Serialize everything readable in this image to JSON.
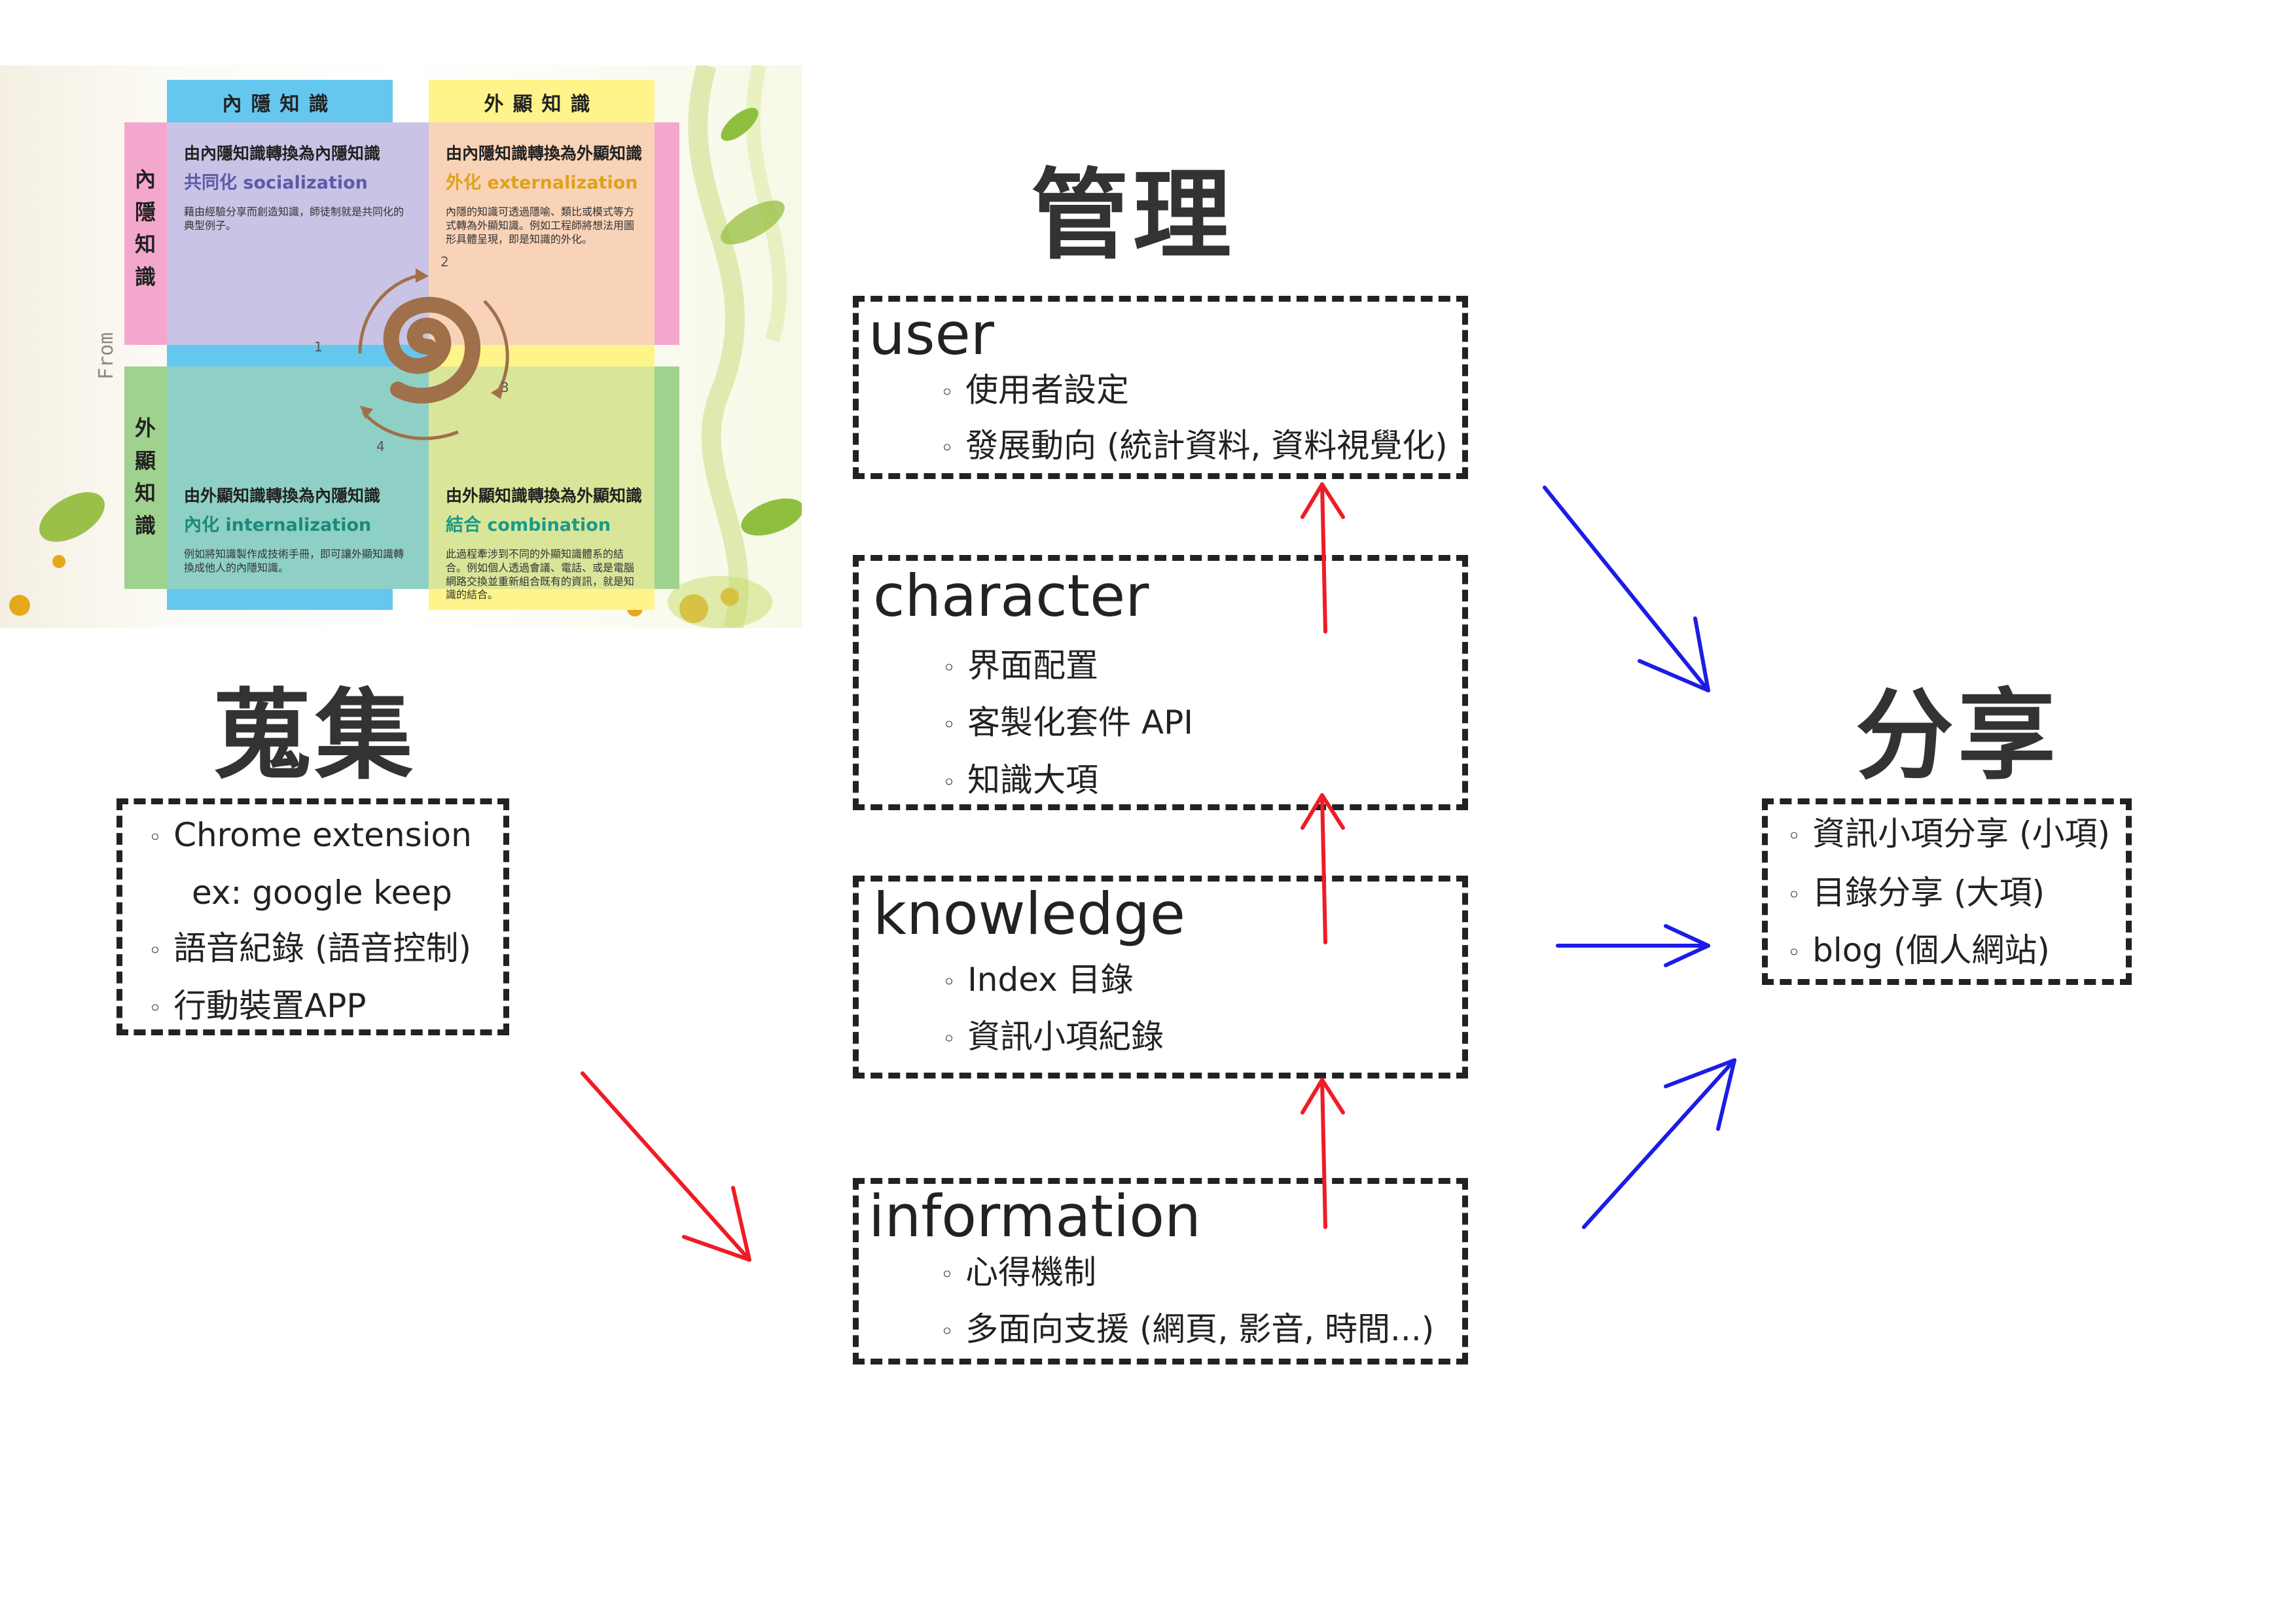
{
  "seci": {
    "col_headers": [
      "內隱知識",
      "外顯知識"
    ],
    "row_headers": [
      "內隱知識",
      "外顯知識"
    ],
    "from_label": "From",
    "quadrants": [
      {
        "title": "由內隱知識轉換為內隱知識",
        "mode": "共同化 socialization",
        "desc": "藉由經驗分享而創造知識，師徒制就是共同化的典型例子。",
        "color": "#5b5ba8"
      },
      {
        "title": "由內隱知識轉換為外顯知識",
        "mode": "外化 externalization",
        "desc": "內隱的知識可透過隱喻、類比或模式等方式轉為外顯知識。例如工程師將想法用圖形具體呈現，即是知識的外化。",
        "color": "#e0a01a"
      },
      {
        "title": "由外顯知識轉換為內隱知識",
        "mode": "內化 internalization",
        "desc": "例如將知識製作成技術手冊，即可讓外顯知識轉換成他人的內隱知識。",
        "color": "#1a9a8a"
      },
      {
        "title": "由外顯知識轉換為外顯知識",
        "mode": "結合 combination",
        "desc": "此過程牽涉到不同的外顯知識體系的結合。例如個人透過會議、電話、或是電腦網路交換並重新組合既有的資訊，就是知識的結合。",
        "color": "#1a9a8a"
      }
    ],
    "cycle_numbers": [
      "1",
      "2",
      "3",
      "4"
    ]
  },
  "collect": {
    "heading": "蒐集",
    "items": [
      {
        "text": "Chrome extension",
        "bullet": true
      },
      {
        "text": "ex: google keep",
        "bullet": false
      },
      {
        "text": "語音紀錄 (語音控制)",
        "bullet": true
      },
      {
        "text": "行動裝置APP",
        "bullet": true
      }
    ]
  },
  "manage": {
    "heading": "管理",
    "boxes": [
      {
        "title": "user",
        "items": [
          "使用者設定",
          "發展動向 (統計資料, 資料視覺化)"
        ]
      },
      {
        "title": "character",
        "items": [
          "界面配置",
          "客製化套件 API",
          "知識大項"
        ]
      },
      {
        "title": "knowledge",
        "items": [
          "Index 目錄",
          "資訊小項紀錄"
        ]
      },
      {
        "title": "information",
        "items": [
          "心得機制",
          "多面向支援 (網頁, 影音, 時間...)"
        ]
      }
    ]
  },
  "share": {
    "heading": "分享",
    "items": [
      "資訊小項分享 (小項)",
      "目錄分享 (大項)",
      "blog (個人網站)"
    ]
  },
  "bullet_glyph": "◦",
  "colors": {
    "red_arrow": "#ee1c25",
    "blue_arrow": "#1c1ce6"
  }
}
